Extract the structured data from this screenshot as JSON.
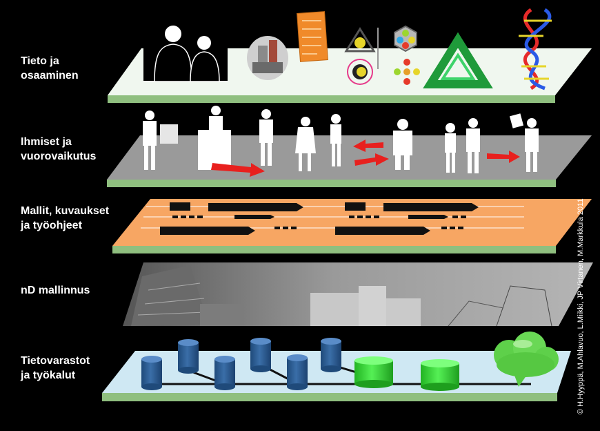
{
  "layers": [
    {
      "line1": "Tieto ja",
      "line2": "osaaminen",
      "color": "#f0f7ef"
    },
    {
      "line1": "Ihmiset ja",
      "line2": "vuorovaikutus",
      "color": "#9a9a9a"
    },
    {
      "line1": "Mallit, kuvaukset",
      "line2": "ja työohjeet",
      "color": "#f7a663"
    },
    {
      "line1": "nD mallinnus",
      "line2": "",
      "color": "#8c8c8c"
    },
    {
      "line1": "Tietovarastot",
      "line2": "ja työkalut",
      "color": "#cfe8f3"
    }
  ],
  "copyright": "© H.Hyyppä,  M.Ahlavuo, L.Miikki, JP Virtanen,  M.Markkula 2011",
  "colors": {
    "edge_green": "#8fbf7f",
    "arrow_red": "#e8201e",
    "db_blue": "#2f5f9a",
    "db_green": "#3ee63e"
  },
  "icons": [
    "people-silhouette-icon",
    "building-icon",
    "document-icon",
    "molecule-icon",
    "penrose-triangle-icon",
    "dna-helix-icon",
    "cloud-speech-icon"
  ]
}
